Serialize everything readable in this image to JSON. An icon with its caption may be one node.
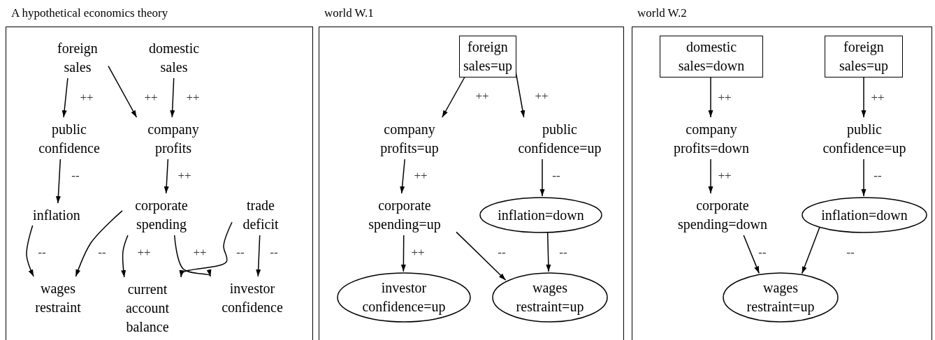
{
  "diagram": {
    "nodes": [
      {
        "text": [
          "A hypothetical economics theory"
        ]
      },
      {
        "text": [
          "foreign sales"
        ],
        "in": 0
      },
      {
        "text": [
          "domestic sales"
        ],
        "in": 0
      },
      {
        "text": [
          "public confidence"
        ],
        "in": 0
      },
      {
        "text": [
          "company profits"
        ],
        "in": 0
      },
      {
        "text": [
          "inflation"
        ],
        "in": 0
      },
      {
        "text": [
          "corporate spending"
        ],
        "in": 0
      },
      {
        "text": [
          "trade deficit"
        ],
        "in": 0
      },
      {
        "text": [
          "wages restraint"
        ],
        "in": 0
      },
      {
        "text": [
          "current account balance"
        ],
        "in": 0
      },
      {
        "text": [
          "investor confidence"
        ],
        "in": 0
      },
      {
        "text": [
          "world W.1"
        ]
      },
      {
        "text": [
          "foreign sales=up"
        ],
        "in": 11
      },
      {
        "text": [
          "company profits=up"
        ],
        "in": 11
      },
      {
        "text": [
          "public confidence=up"
        ],
        "in": 11
      },
      {
        "text": [
          "corporate spending=up"
        ],
        "in": 11
      },
      {
        "text": [
          "inflation=down"
        ],
        "in": 11
      },
      {
        "text": [
          "investor confidence=up"
        ],
        "in": 11
      },
      {
        "text": [
          "wages restraint=up"
        ],
        "in": 11
      },
      {
        "text": [
          "world W.2"
        ]
      },
      {
        "text": [
          "domestic sales=down"
        ],
        "in": 19
      },
      {
        "text": [
          "foreign sales=up"
        ],
        "in": 19
      },
      {
        "text": [
          "company profits=down"
        ],
        "in": 19
      },
      {
        "text": [
          "public confidence=up"
        ],
        "in": 19
      },
      {
        "text": [
          "corporate spending=down"
        ],
        "in": 19
      },
      {
        "text": [
          "inflation=down"
        ],
        "in": 19
      },
      {
        "text": [
          "wages restraint=up"
        ],
        "in": 19
      }
    ],
    "edges": [
      {
        "from": 1,
        "to": 3,
        "arrow": "to",
        "label": "++"
      },
      {
        "from": 1,
        "to": 4,
        "arrow": "to",
        "label": "++"
      },
      {
        "from": 2,
        "to": 4,
        "arrow": "to",
        "label": "++"
      },
      {
        "from": 3,
        "to": 5,
        "arrow": "to",
        "label": "--"
      },
      {
        "from": 4,
        "to": 6,
        "arrow": "to",
        "label": "++"
      },
      {
        "from": 5,
        "to": 8,
        "arrow": "to",
        "label": "--"
      },
      {
        "from": 6,
        "to": 8,
        "arrow": "to",
        "label": "--"
      },
      {
        "from": 6,
        "to": 9,
        "arrow": "to",
        "label": "++"
      },
      {
        "from": 6,
        "to": 10,
        "arrow": "to",
        "label": "++"
      },
      {
        "from": 7,
        "to": 9,
        "arrow": "to",
        "label": "--"
      },
      {
        "from": 7,
        "to": 10,
        "arrow": "to",
        "label": "--"
      },
      {
        "from": 12,
        "to": 13,
        "arrow": "to",
        "label": "++"
      },
      {
        "from": 12,
        "to": 14,
        "arrow": "to",
        "label": "++"
      },
      {
        "from": 13,
        "to": 15,
        "arrow": "to",
        "label": "++"
      },
      {
        "from": 14,
        "to": 16,
        "arrow": "to",
        "label": "--"
      },
      {
        "from": 15,
        "to": 17,
        "arrow": "to",
        "label": "++"
      },
      {
        "from": 15,
        "to": 18,
        "arrow": "to",
        "label": "--"
      },
      {
        "from": 16,
        "to": 18,
        "arrow": "to",
        "label": "--"
      },
      {
        "from": 20,
        "to": 22,
        "arrow": "to",
        "label": "++"
      },
      {
        "from": 21,
        "to": 23,
        "arrow": "to",
        "label": "++"
      },
      {
        "from": 22,
        "to": 24,
        "arrow": "to",
        "label": "++"
      },
      {
        "from": 23,
        "to": 25,
        "arrow": "to",
        "label": "--"
      },
      {
        "from": 24,
        "to": 26,
        "arrow": "to",
        "label": "--"
      },
      {
        "from": 25,
        "to": 26,
        "arrow": "to",
        "label": "--"
      }
    ]
  }
}
